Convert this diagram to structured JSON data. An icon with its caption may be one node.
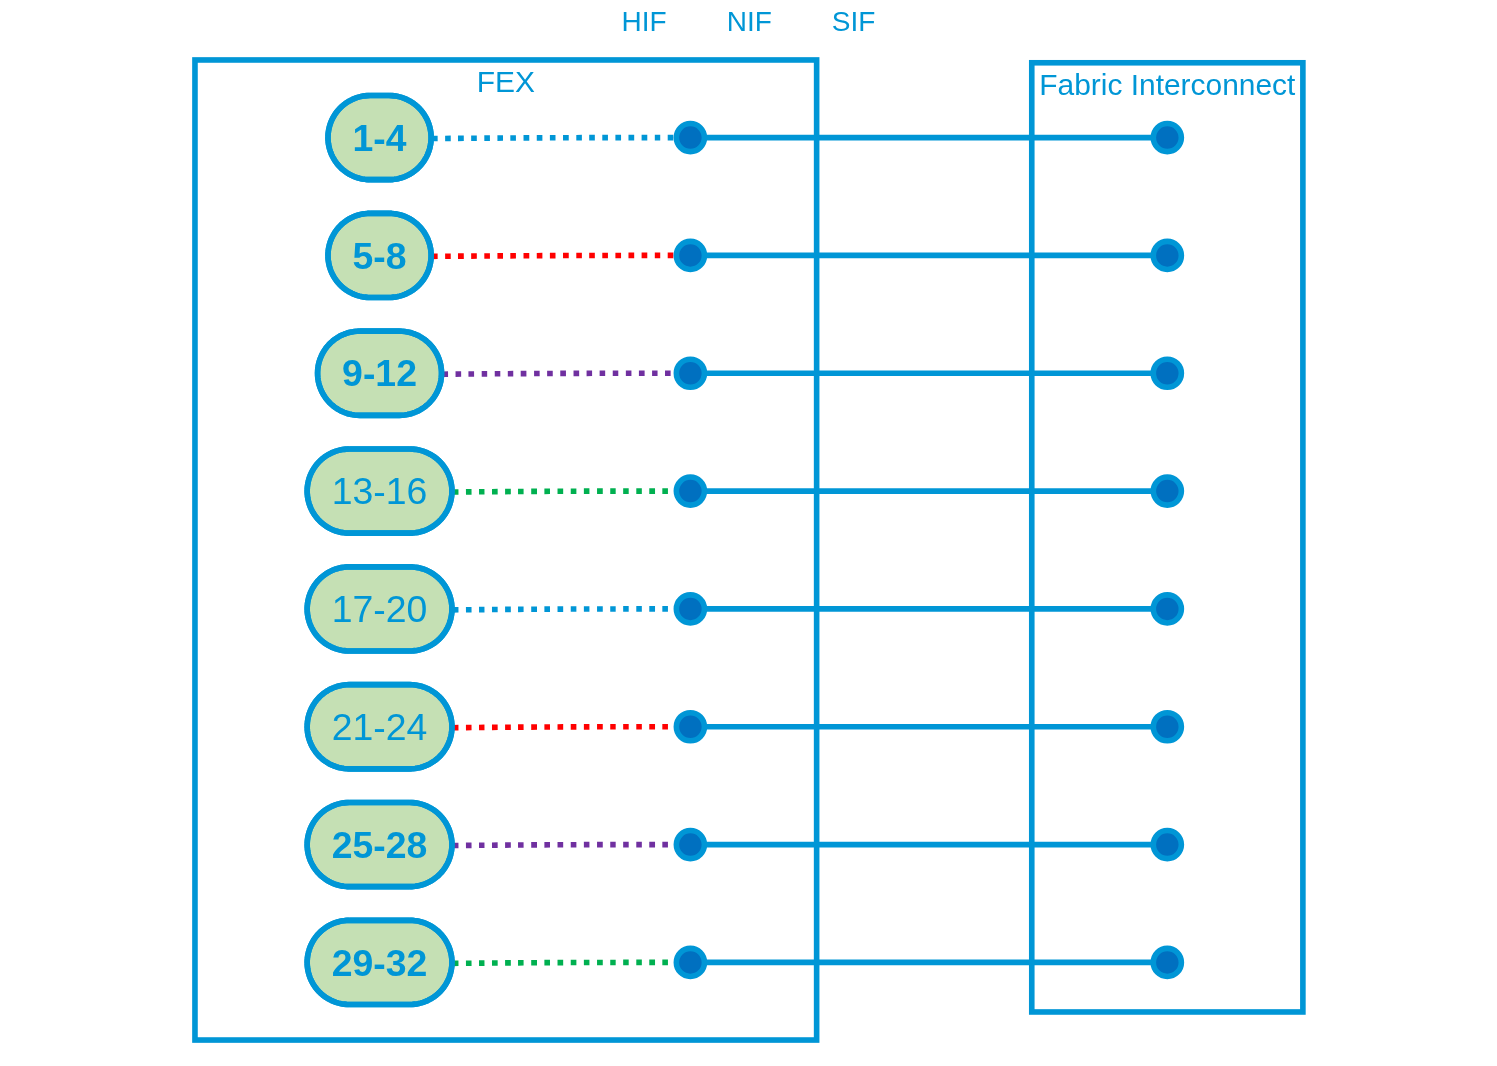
{
  "diagram": {
    "nodes": [
      {
        "text": [
          "FEX"
        ]
      },
      {
        "text": [
          "1-4"
        ],
        "in": 0
      },
      {
        "text": [
          "5-8"
        ],
        "in": 0
      },
      {
        "text": [
          "9-12"
        ],
        "in": 0
      },
      {
        "text": [
          "13-16"
        ],
        "in": 0
      },
      {
        "text": [
          "17-20"
        ],
        "in": 0
      },
      {
        "text": [
          "21-24"
        ],
        "in": 0
      },
      {
        "text": [
          "25-28"
        ],
        "in": 0
      },
      {
        "text": [
          "29-32"
        ],
        "in": 0
      },
      {
        "text": [],
        "shape": "circle",
        "in": 0
      },
      {
        "text": [],
        "shape": "circle",
        "in": 0
      },
      {
        "text": [],
        "shape": "circle",
        "in": 0
      },
      {
        "text": [],
        "shape": "circle",
        "in": 0
      },
      {
        "text": [],
        "shape": "circle",
        "in": 0
      },
      {
        "text": [],
        "shape": "circle",
        "in": 0
      },
      {
        "text": [],
        "shape": "circle",
        "in": 0
      },
      {
        "text": [],
        "shape": "circle",
        "in": 0
      },
      {
        "text": [
          "Fabric Interconnect"
        ]
      },
      {
        "text": [],
        "shape": "circle",
        "in": 17
      },
      {
        "text": [],
        "shape": "circle",
        "in": 17
      },
      {
        "text": [],
        "shape": "circle",
        "in": 17
      },
      {
        "text": [],
        "shape": "circle",
        "in": 17
      },
      {
        "text": [],
        "shape": "circle",
        "in": 17
      },
      {
        "text": [],
        "shape": "circle",
        "in": 17
      },
      {
        "text": [],
        "shape": "circle",
        "in": 17
      },
      {
        "text": [],
        "shape": "circle",
        "in": 17
      }
    ],
    "edges": [
      {
        "from": 1,
        "to": 9,
        "arrow": "none",
        "style": "dashed"
      },
      {
        "from": 2,
        "to": 10,
        "arrow": "none",
        "style": "dashed",
        "color": "#ff0000"
      },
      {
        "from": 3,
        "to": 11,
        "arrow": "none",
        "style": "dashed",
        "color": "#7030a0"
      },
      {
        "from": 4,
        "to": 12,
        "arrow": "none",
        "style": "dashed",
        "color": "#00b050"
      },
      {
        "from": 5,
        "to": 13,
        "arrow": "none",
        "style": "dashed"
      },
      {
        "from": 6,
        "to": 14,
        "arrow": "none",
        "style": "dashed",
        "color": "#ff0000"
      },
      {
        "from": 7,
        "to": 15,
        "arrow": "none",
        "style": "dashed",
        "color": "#7030a0"
      },
      {
        "from": 8,
        "to": 16,
        "arrow": "none",
        "style": "dashed",
        "color": "#00b050"
      },
      {
        "from": 9,
        "to": 18,
        "arrow": "none"
      },
      {
        "from": 10,
        "to": 19,
        "arrow": "none"
      },
      {
        "from": 11,
        "to": 20,
        "arrow": "none"
      },
      {
        "from": 12,
        "to": 21,
        "arrow": "none"
      },
      {
        "from": 13,
        "to": 22,
        "arrow": "none"
      },
      {
        "from": 14,
        "to": 23,
        "arrow": "none"
      },
      {
        "from": 15,
        "to": 24,
        "arrow": "none"
      },
      {
        "from": 16,
        "to": 25,
        "arrow": "none"
      }
    ],
    "labels": [
      "HIF",
      "NIF",
      "SIF"
    ]
  }
}
